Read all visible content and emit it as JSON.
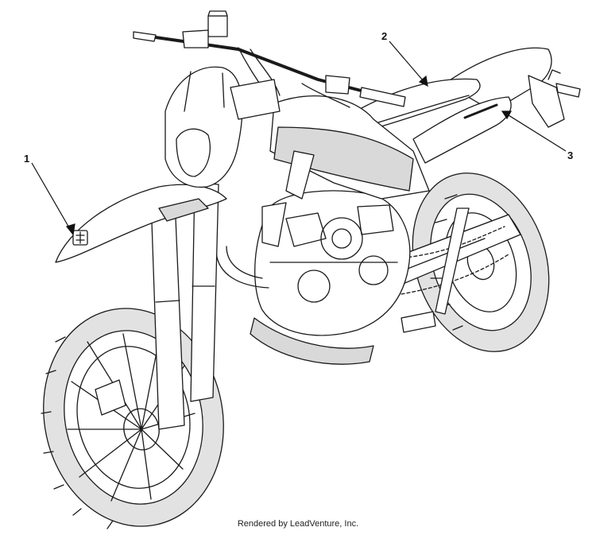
{
  "callouts": [
    {
      "id": "1",
      "label": "1"
    },
    {
      "id": "2",
      "label": "2"
    },
    {
      "id": "3",
      "label": "3"
    }
  ],
  "footer": {
    "credit": "Rendered by LeadVenture, Inc."
  },
  "colors": {
    "line": "#1a1a1a",
    "panel_fill": "#d9d9d9",
    "tire_fill": "#e2e2e2",
    "background": "#ffffff"
  }
}
